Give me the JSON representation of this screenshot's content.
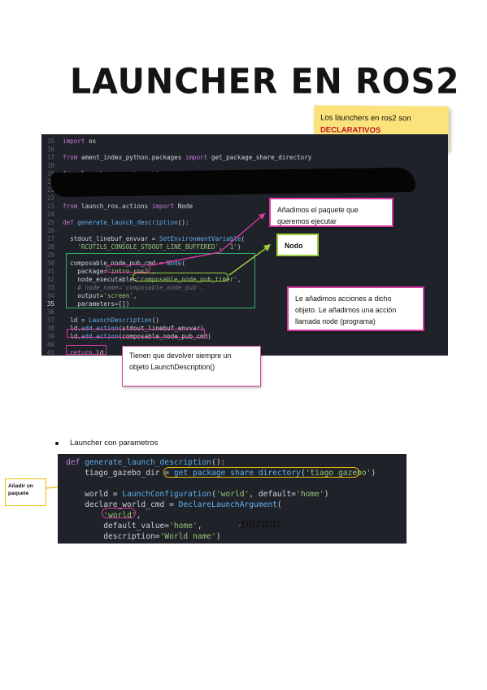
{
  "title": "LAUNCHER EN ROS2",
  "sticky_note": {
    "line1": "Los launchers en ros2 son",
    "highlight": "DECLARATIVOS"
  },
  "code_block_1": {
    "lines": [
      {
        "num": "15",
        "text": "import os"
      },
      {
        "num": "16",
        "text": ""
      },
      {
        "num": "17",
        "text": "from ament_index_python.packages import get_package_share_directory"
      },
      {
        "num": "18",
        "text": ""
      },
      {
        "num": "19",
        "text": "from launch import LaunchDescription"
      },
      {
        "num": "20",
        "text": ""
      },
      {
        "num": "21",
        "text": ""
      },
      {
        "num": "22",
        "text": ""
      },
      {
        "num": "23",
        "text": "from launch_ros.actions import Node"
      },
      {
        "num": "24",
        "text": ""
      },
      {
        "num": "25",
        "text": "def generate_launch_description():"
      },
      {
        "num": "26",
        "text": ""
      },
      {
        "num": "27",
        "text": "  stdout_linebuf_envvar = SetEnvironmentVariable("
      },
      {
        "num": "28",
        "text": "    'RCUTILS_CONSOLE_STDOUT_LINE_BUFFERED', '1')"
      },
      {
        "num": "29",
        "text": ""
      },
      {
        "num": "30",
        "text": "  composable_node_pub_cmd = Node("
      },
      {
        "num": "31",
        "text": "    package='intro_ros2',"
      },
      {
        "num": "32",
        "text": "    node_executable='composable_node_pub_timer',"
      },
      {
        "num": "33",
        "text": "    # node_name='composable_node_pub',"
      },
      {
        "num": "34",
        "text": "    output='screen',"
      },
      {
        "num": "35",
        "text": "    parameters=[])"
      },
      {
        "num": "36",
        "text": ""
      },
      {
        "num": "37",
        "text": "  ld = LaunchDescription()"
      },
      {
        "num": "38",
        "text": "  ld.add_action(stdout_linebuf_envvar)"
      },
      {
        "num": "39",
        "text": "  ld.add_action(composable_node_pub_cmd)"
      },
      {
        "num": "40",
        "text": ""
      },
      {
        "num": "41",
        "text": "  return ld"
      }
    ]
  },
  "callouts": {
    "package": {
      "line1": "Añadimos el paquete que",
      "line2": "queremos ejecutar"
    },
    "node": "Nodo",
    "actions": {
      "line1": "Le añadimos acciones a dicho",
      "line2": "objeto. Le añadimos una acción",
      "line3": "llamada node (programa)"
    },
    "return": {
      "line1": "Tienen que devolver siempre un",
      "line2": "objeto LaunchDescription()"
    }
  },
  "bullet": "Launcher con parametros",
  "code_block_2": {
    "lines": [
      "def generate_launch_description():",
      "    tiago_gazebo_dir = get_package_share_directory('tiago_gazebo')",
      "",
      "    world = LaunchConfiguration('world', default='home')",
      "    declare_world_cmd = DeclareLaunchArgument(",
      "        'world',",
      "        default_value='home',",
      "        description='World name')"
    ]
  },
  "side_note": {
    "line1": "Añadir un",
    "line2": "paquete"
  },
  "handwriting": "param",
  "colors": {
    "code_bg": "#1f2228",
    "pink_box": "#d63aa4",
    "green_box": "#2eb36b",
    "lime_box": "#9ccf3a",
    "sticky_bg": "#fbe27a",
    "yellow_box": "#e8c000"
  }
}
